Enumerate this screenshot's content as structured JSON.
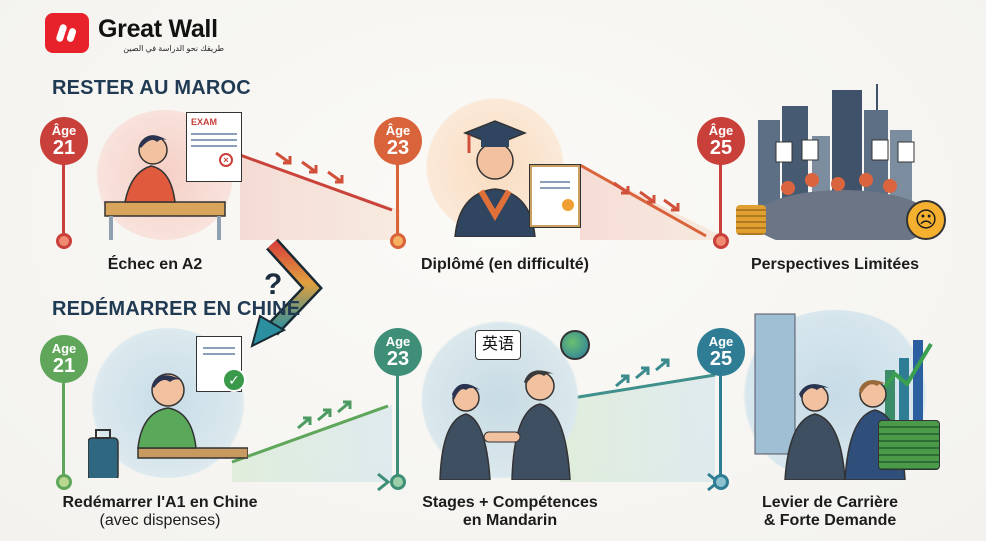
{
  "brand": {
    "name": "Great Wall",
    "tagline": "طريقك نحو الدراسة في الصين",
    "color": "#e8222a"
  },
  "sections": [
    {
      "title": "RESTER AU MAROC",
      "accent": "#c9433a",
      "steps": [
        {
          "age_prefix": "Âge",
          "age": "21",
          "label": "Échec en A2",
          "sublabel": "",
          "illustration": "stressed-student-exam-icon",
          "color": "#c9403a"
        },
        {
          "age_prefix": "Âge",
          "age": "23",
          "label": "Diplômé (en difficulté)",
          "sublabel": "",
          "illustration": "worried-graduate-diploma-icon",
          "color": "#d9633a"
        },
        {
          "age_prefix": "Âge",
          "age": "25",
          "label": "Perspectives Limitées",
          "sublabel": "",
          "illustration": "crowd-job-seekers-city-icon",
          "color": "#c9403a"
        }
      ]
    },
    {
      "title": "REDÉMARRER EN CHINE",
      "accent": "#3a8f6a",
      "steps": [
        {
          "age_prefix": "Age",
          "age": "21",
          "label": "Redémarrer l'A1 en Chine",
          "sublabel": "(avec dispenses)",
          "illustration": "happy-student-classroom-icon",
          "color": "#5fa65a"
        },
        {
          "age_prefix": "Age",
          "age": "23",
          "label": "Stages + Compétences",
          "sublabel": "en Mandarin",
          "illustration": "handshake-mandarin-icon",
          "color": "#3f8f78"
        },
        {
          "age_prefix": "Age",
          "age": "25",
          "label": "Levier de Carrière",
          "sublabel": "& Forte Demande",
          "illustration": "career-success-money-icon",
          "color": "#2f7d94"
        }
      ]
    }
  ],
  "transition": {
    "symbol": "?",
    "icon": "curved-arrow-icon"
  },
  "illustration_text": {
    "exam": "EXAM",
    "chinese": "英语"
  }
}
